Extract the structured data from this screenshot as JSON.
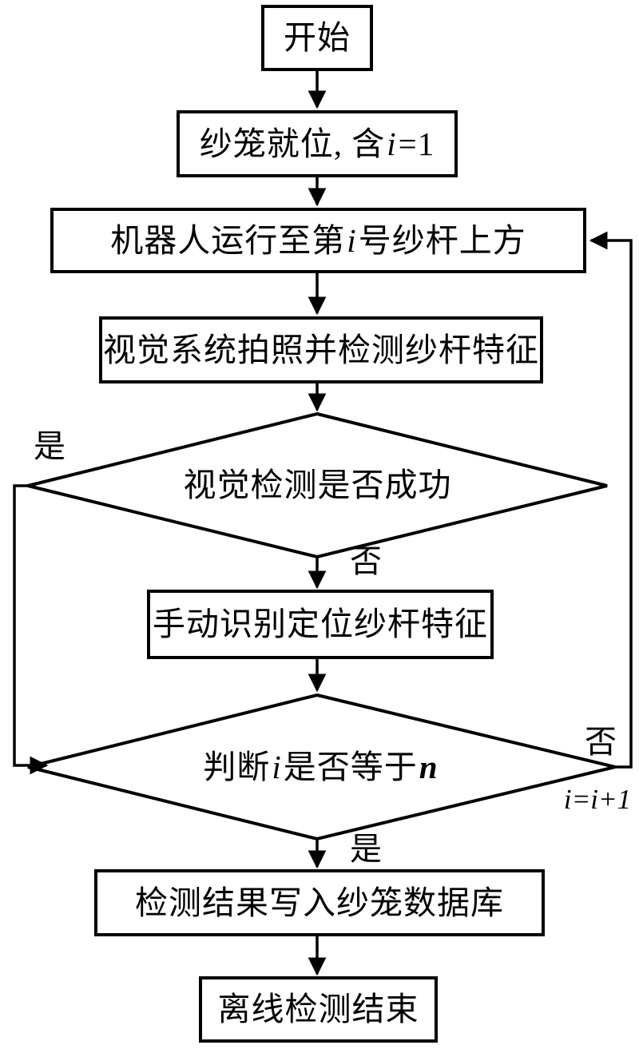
{
  "nodes": {
    "start": {
      "label": "开始"
    },
    "cage_ready": {
      "pre": "纱笼就位, 含",
      "var": "i",
      "post": "=1"
    },
    "robot_move": {
      "pre": "机器人运行至第",
      "var": "i",
      "post": "号纱杆上方"
    },
    "vision_detect": {
      "label": "视觉系统拍照并检测纱杆特征"
    },
    "vision_success": {
      "label": "视觉检测是否成功"
    },
    "manual_locate": {
      "label": "手动识别定位纱杆特征"
    },
    "judge_count": {
      "pre": "判断",
      "var1": "i",
      "mid": "是否等于",
      "var2": "n"
    },
    "write_db": {
      "label": "检测结果写入纱笼数据库"
    },
    "end": {
      "label": "离线检测结束"
    }
  },
  "edges": {
    "vision_yes": "是",
    "vision_no": "否",
    "count_no": "否",
    "count_increment": "i=i+1",
    "count_yes": "是"
  },
  "colors": {
    "stroke": "#000000",
    "background": "#ffffff",
    "text": "#000000"
  }
}
